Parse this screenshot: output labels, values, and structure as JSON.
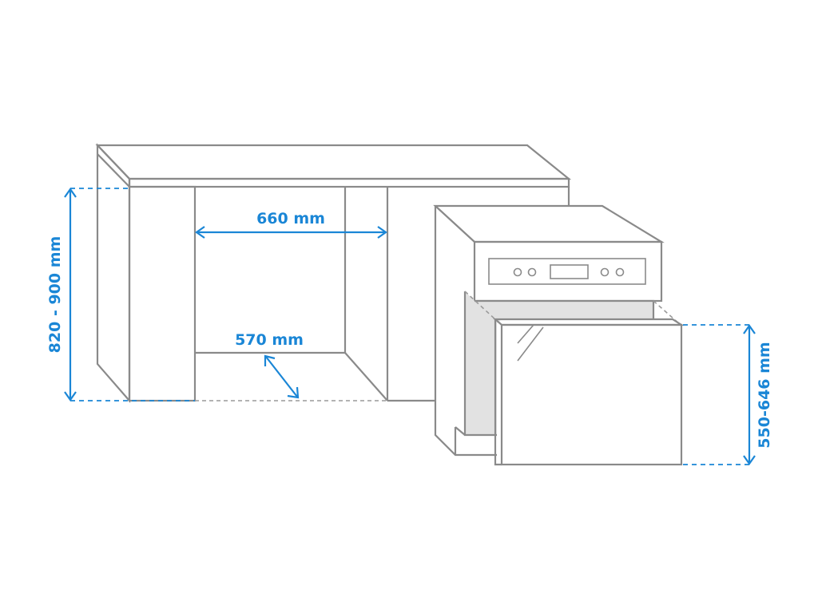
{
  "dimensions": {
    "cabinet_height": "820 - 900 mm",
    "niche_width": "660 mm",
    "niche_depth": "570 mm",
    "appliance_height": "550-646 mm"
  },
  "colors": {
    "outline": "#8a8a8a",
    "dimension": "#1a86d6",
    "drawer_interior": "#e2e2e2",
    "background": "#ffffff"
  }
}
